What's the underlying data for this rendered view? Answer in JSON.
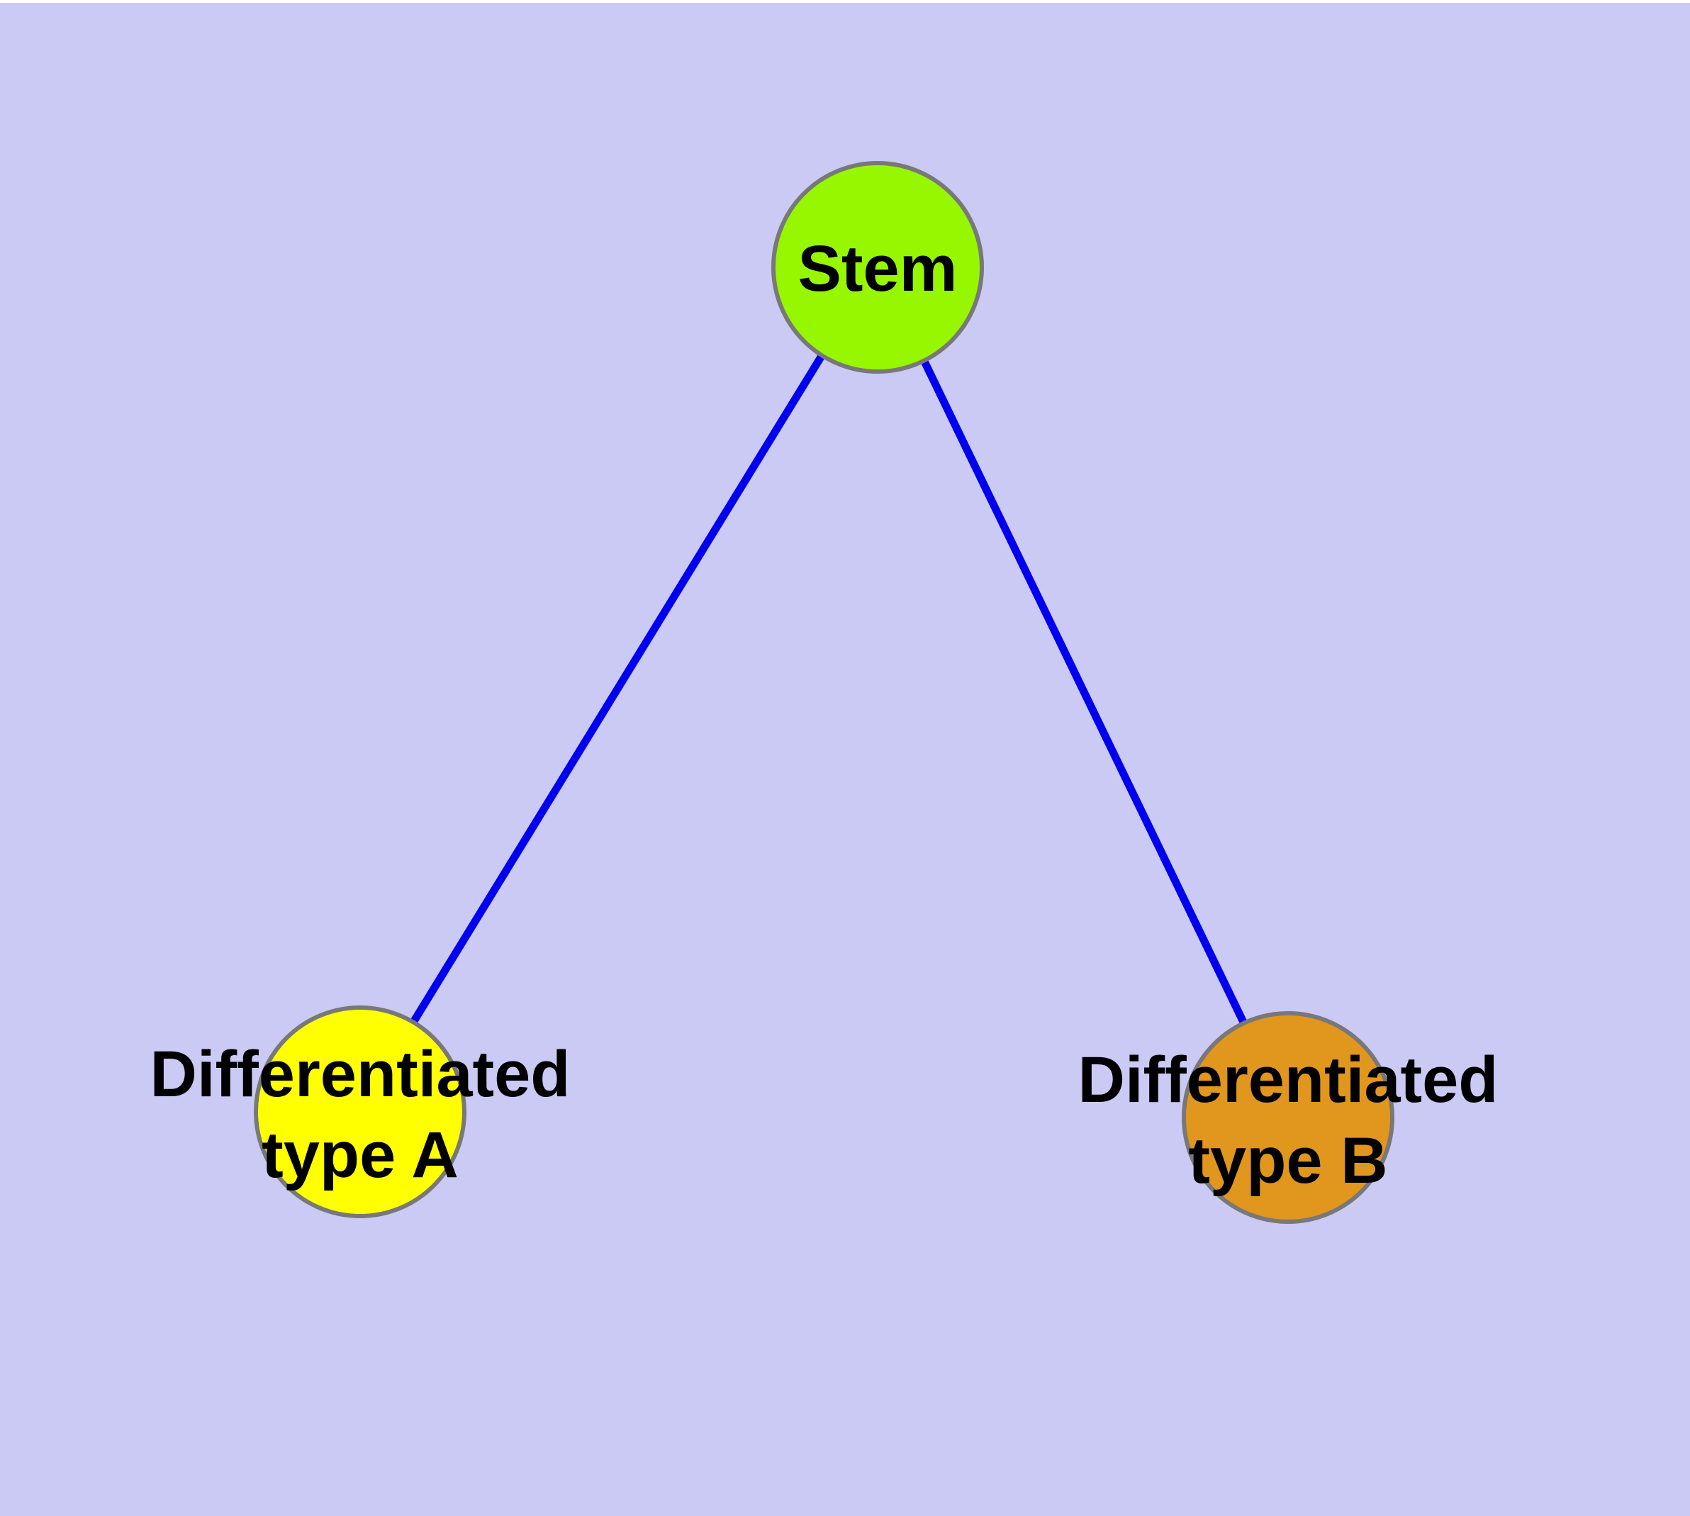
{
  "diagram": {
    "title": "",
    "background_color": "#cacaf5",
    "edge_color": "#0000ee",
    "node_border_color": "#787878",
    "text_color": "#000000",
    "nodes": [
      {
        "id": "stem",
        "label": "Stem",
        "fill_color": "#97f700"
      },
      {
        "id": "type-a",
        "label_line1": "Differentiated",
        "label_line2": "type A",
        "fill_color": "#ffff00"
      },
      {
        "id": "type-b",
        "label_line1": "Differentiated",
        "label_line2": "type B",
        "fill_color": "#e1961e"
      }
    ],
    "edges": [
      {
        "from": "Stem",
        "to": "Differentiated type A"
      },
      {
        "from": "Stem",
        "to": "Differentiated type B"
      }
    ]
  }
}
